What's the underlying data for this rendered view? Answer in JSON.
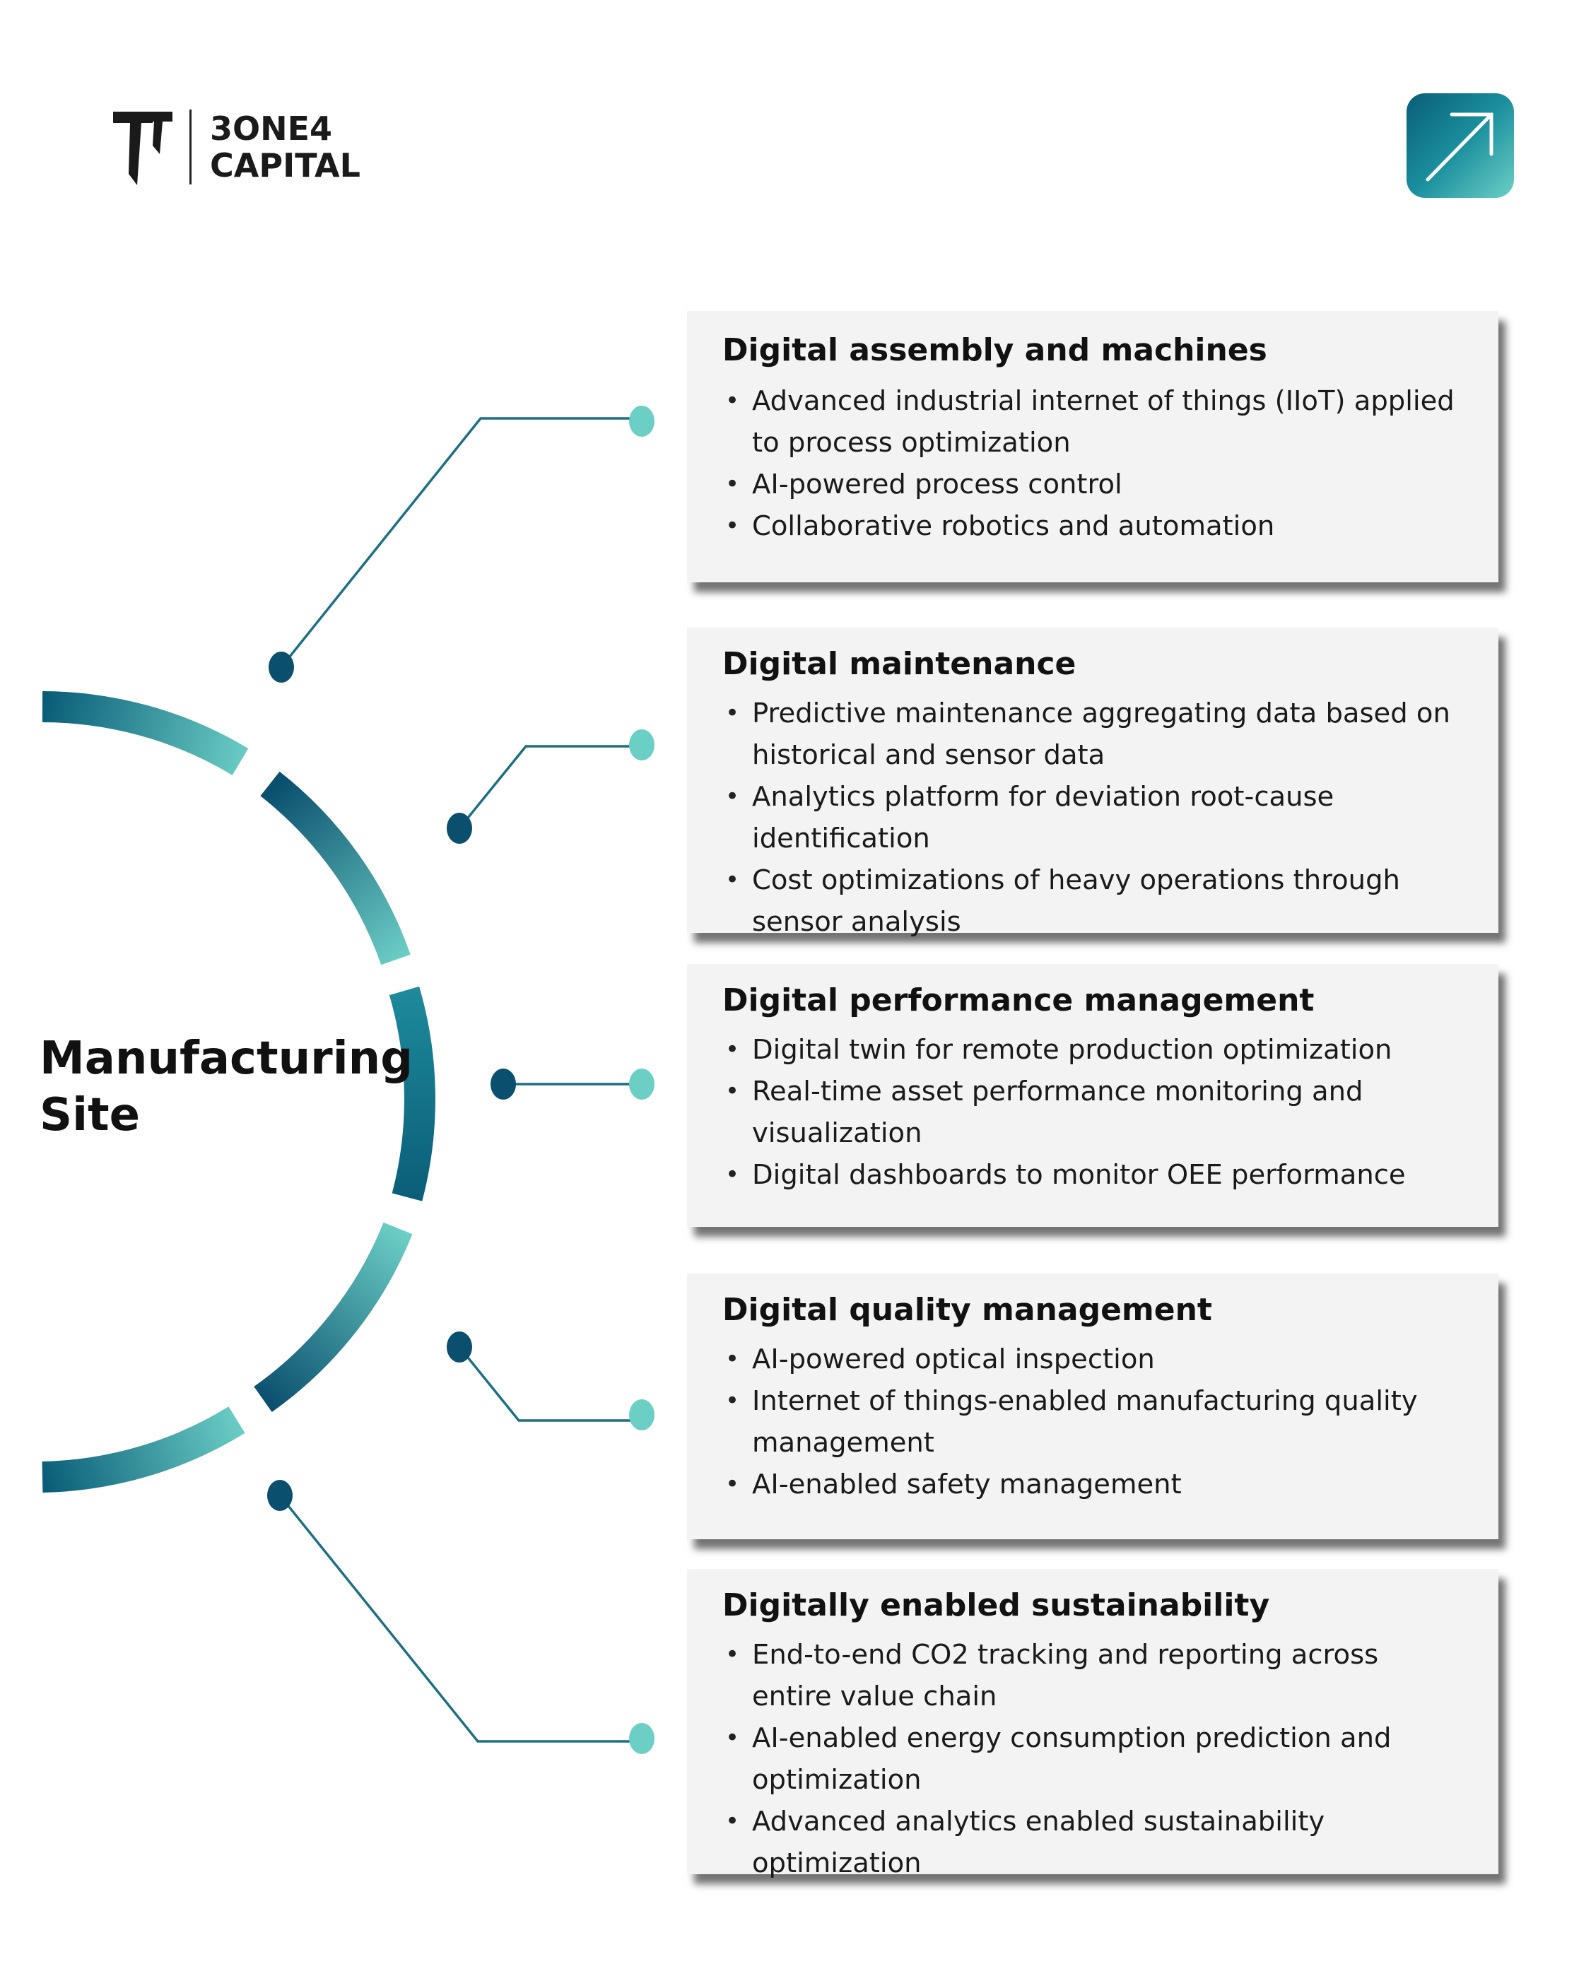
{
  "brand": {
    "line1": "3ONE4",
    "line2": "CAPITAL",
    "badge_icon": "arrow-up-right-icon"
  },
  "colors": {
    "teal_dark": "#0a5d78",
    "teal_light": "#6ccfc6",
    "card_bg": "#f3f3f3"
  },
  "center": {
    "title_line1": "Manufacturing",
    "title_line2": "Site"
  },
  "cards": [
    {
      "title": "Digital assembly and machines",
      "items": [
        "Advanced industrial internet of things (IIoT) applied to process optimization",
        "AI-powered process control",
        "Collaborative robotics and automation"
      ]
    },
    {
      "title": "Digital maintenance",
      "items": [
        "Predictive maintenance aggregating data based on historical and sensor data",
        "Analytics platform for deviation root-cause identification",
        "Cost optimizations of heavy operations through sensor analysis"
      ]
    },
    {
      "title": "Digital performance management",
      "items": [
        "Digital twin for remote production optimization",
        "Real-time asset performance monitoring and visualization",
        "Digital dashboards to monitor OEE performance"
      ]
    },
    {
      "title": "Digital quality management",
      "items": [
        "AI-powered optical inspection",
        "Internet of things-enabled manufacturing quality management",
        "AI-enabled safety management"
      ]
    },
    {
      "title": "Digitally enabled sustainability",
      "items": [
        "End-to-end CO2 tracking and reporting across entire value chain",
        "AI-enabled energy consumption prediction and optimization",
        "Advanced analytics enabled sustainability optimization"
      ]
    }
  ]
}
